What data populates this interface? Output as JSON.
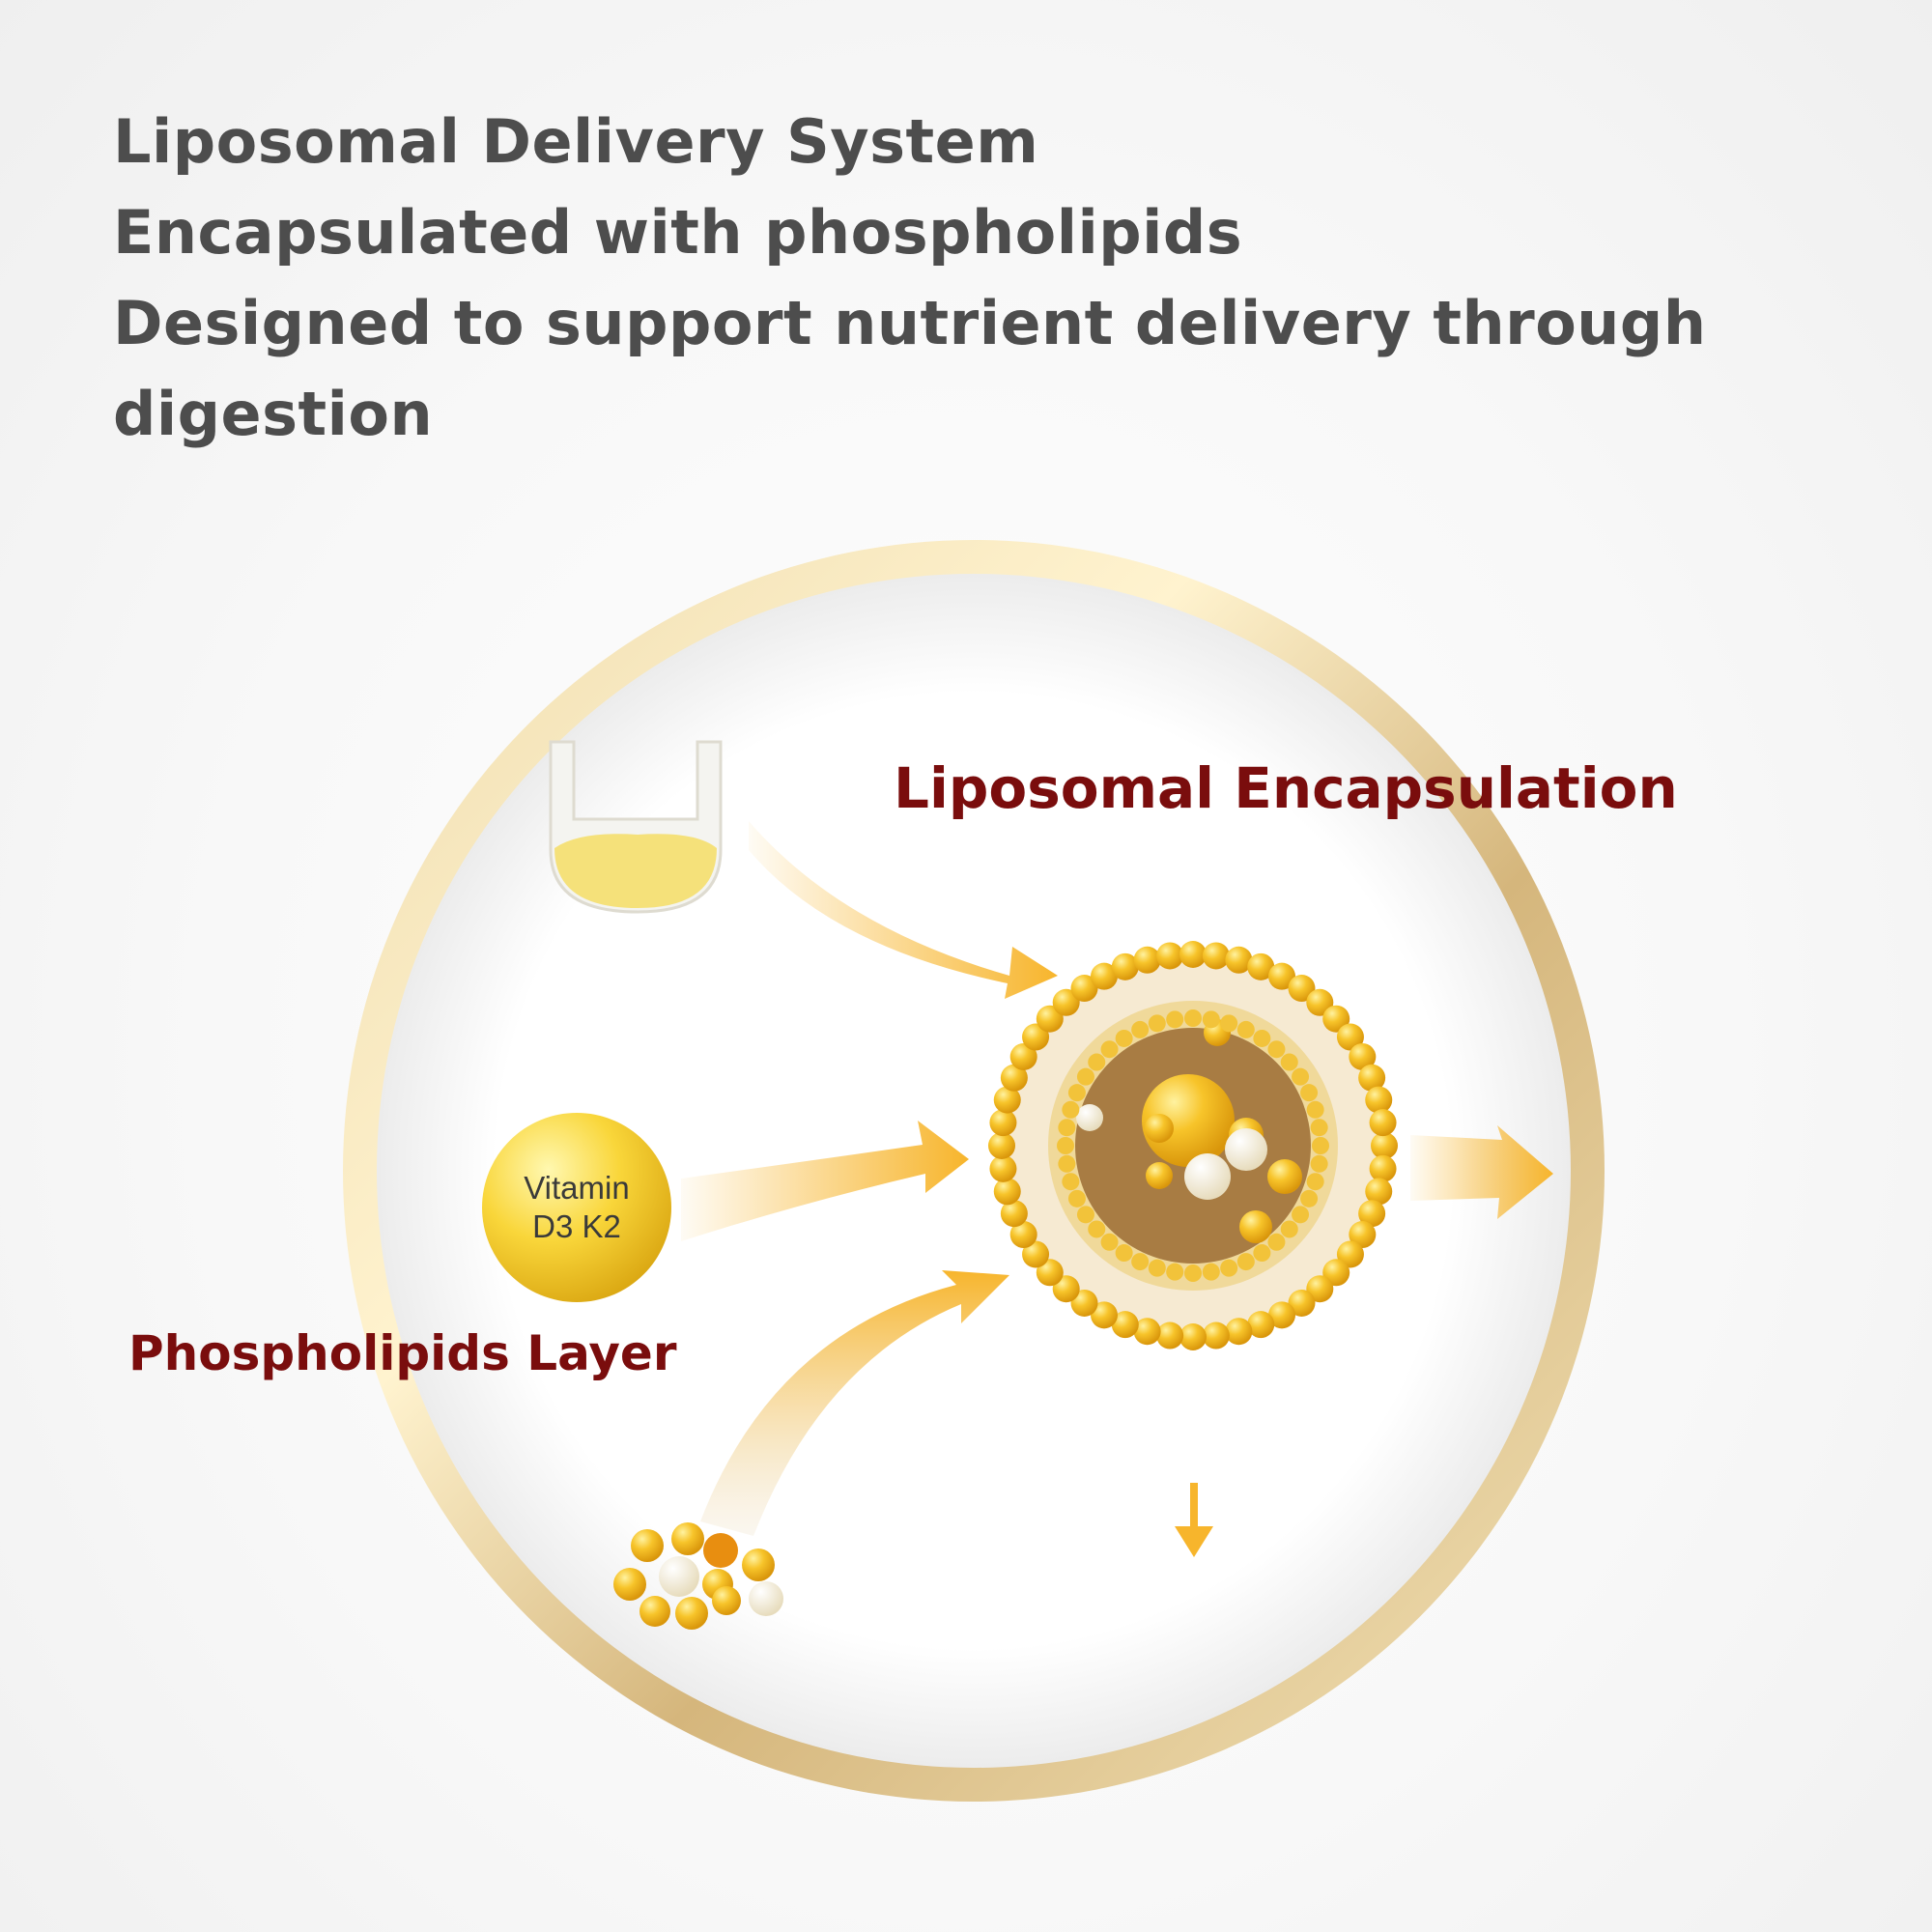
{
  "headline": {
    "lines": [
      "Liposomal Delivery System",
      "Encapsulated with phospholipids",
      "Designed to support nutrient delivery through",
      "digestion"
    ]
  },
  "diagram": {
    "encapsulation_label": "Liposomal Encapsulation",
    "phospholipids_label": "Phospholipids Layer",
    "vitamin_line1": "Vitamin",
    "vitamin_line2": "D3 K2"
  },
  "colors": {
    "headline": "#4d4d4d",
    "label": "#7a0d0d",
    "gold_ring": "#d9bf85",
    "bead": "#f2b61c",
    "core": "#a87c43",
    "arrow": "#f7b52c"
  }
}
